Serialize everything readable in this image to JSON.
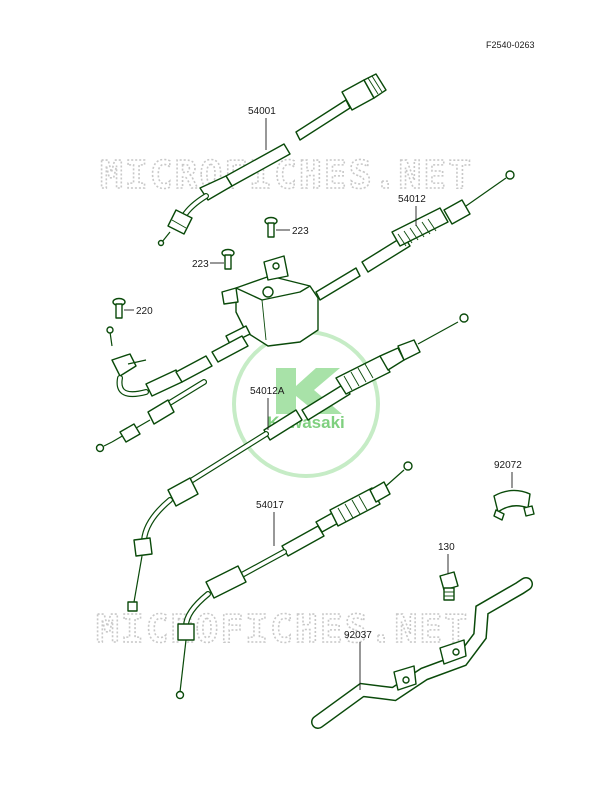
{
  "diagram": {
    "figure_ref": "F2540-0263",
    "watermark_top": "MICROFICHES.NET",
    "watermark_bottom": "MICROFICHES.NET",
    "brand_logo_text": "Kawasaki",
    "colors": {
      "linework": "#0a4a0a",
      "logo": "#7fd07f",
      "watermark": "#c8c8c8"
    },
    "parts": [
      {
        "number": "54001"
      },
      {
        "number": "54012"
      },
      {
        "number": "223"
      },
      {
        "number": "223"
      },
      {
        "number": "220"
      },
      {
        "number": "54012A"
      },
      {
        "number": "92072"
      },
      {
        "number": "54017"
      },
      {
        "number": "130"
      },
      {
        "number": "92037"
      }
    ]
  }
}
